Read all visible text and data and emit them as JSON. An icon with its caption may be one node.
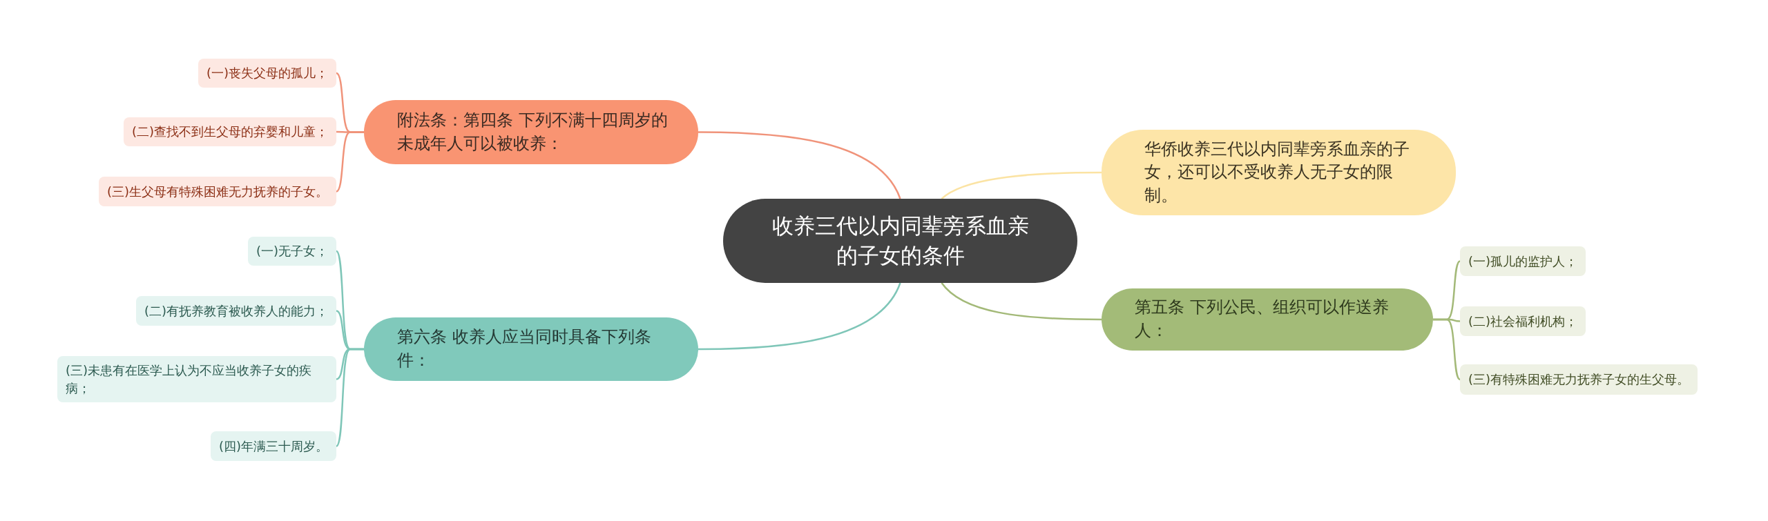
{
  "diagram": {
    "nodes": [
      {
        "text": [
          "收养三代以内同辈旁系血亲的子女的条件"
        ]
      },
      {
        "text": [
          "附法条：第四条 下列不满十四周岁的未成年人可以被收养："
        ]
      },
      {
        "text": [
          "(一)丧失父母的孤儿；"
        ]
      },
      {
        "text": [
          "(二)查找不到生父母的弃婴和儿童；"
        ]
      },
      {
        "text": [
          "(三)生父母有特殊困难无力抚养的子女。"
        ]
      },
      {
        "text": [
          "第六条 收养人应当同时具备下列条件："
        ]
      },
      {
        "text": [
          "(一)无子女；"
        ]
      },
      {
        "text": [
          "(二)有抚养教育被收养人的能力；"
        ]
      },
      {
        "text": [
          "(三)未患有在医学上认为不应当收养子女的疾病；"
        ]
      },
      {
        "text": [
          "(四)年满三十周岁。"
        ]
      },
      {
        "text": [
          "华侨收养三代以内同辈旁系血亲的子女，还可以不受收养人无子女的限制。"
        ]
      },
      {
        "text": [
          "第五条 下列公民、组织可以作送养人："
        ]
      },
      {
        "text": [
          "(一)孤儿的监护人；"
        ]
      },
      {
        "text": [
          "(二)社会福利机构；"
        ]
      },
      {
        "text": [
          "(三)有特殊困难无力抚养子女的生父母。"
        ]
      }
    ],
    "edges": [
      {
        "from": 0,
        "to": 1,
        "arrow": "none",
        "color": "#f0937a"
      },
      {
        "from": 1,
        "to": 2,
        "arrow": "none",
        "color": "#f0937a"
      },
      {
        "from": 1,
        "to": 3,
        "arrow": "none",
        "color": "#f0937a"
      },
      {
        "from": 1,
        "to": 4,
        "arrow": "none",
        "color": "#f0937a"
      },
      {
        "from": 0,
        "to": 5,
        "arrow": "none",
        "color": "#7fc6b8"
      },
      {
        "from": 5,
        "to": 6,
        "arrow": "none",
        "color": "#7fc6b8"
      },
      {
        "from": 5,
        "to": 7,
        "arrow": "none",
        "color": "#7fc6b8"
      },
      {
        "from": 5,
        "to": 8,
        "arrow": "none",
        "color": "#7fc6b8"
      },
      {
        "from": 5,
        "to": 9,
        "arrow": "none",
        "color": "#7fc6b8"
      },
      {
        "from": 0,
        "to": 10,
        "arrow": "none",
        "color": "#fbe3a3"
      },
      {
        "from": 0,
        "to": 11,
        "arrow": "none",
        "color": "#a3b978"
      },
      {
        "from": 11,
        "to": 12,
        "arrow": "none",
        "color": "#a3b978"
      },
      {
        "from": 11,
        "to": 13,
        "arrow": "none",
        "color": "#a3b978"
      },
      {
        "from": 11,
        "to": 14,
        "arrow": "none",
        "color": "#a3b978"
      }
    ]
  }
}
